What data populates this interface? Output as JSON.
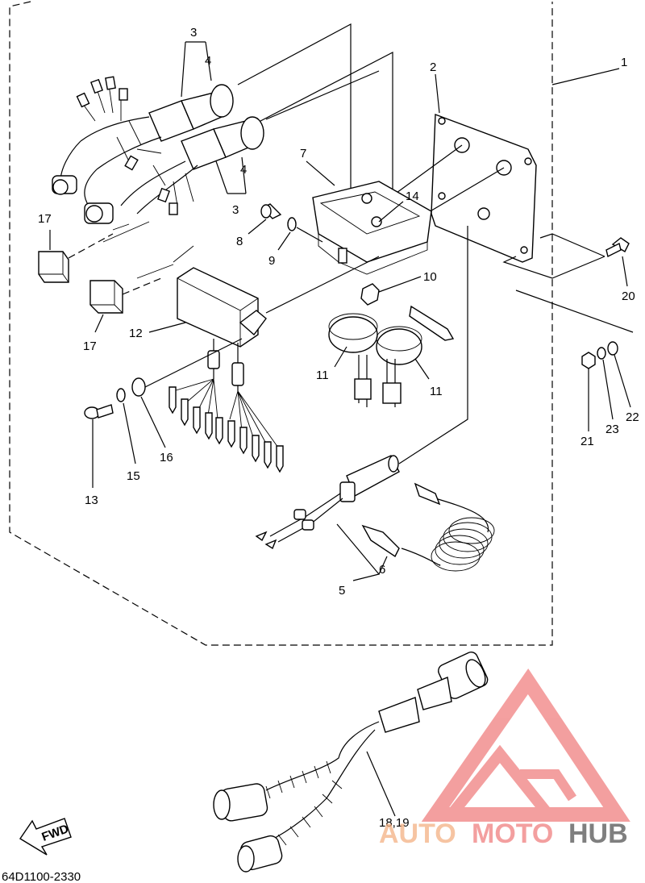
{
  "callouts": {
    "c1": "1",
    "c2": "2",
    "c3a": "3",
    "c3b": "3",
    "c4a": "4",
    "c4b": "4",
    "c5": "5",
    "c6": "6",
    "c7": "7",
    "c8": "8",
    "c9": "9",
    "c10": "10",
    "c11a": "11",
    "c11b": "11",
    "c12": "12",
    "c13": "13",
    "c14": "14",
    "c15": "15",
    "c16": "16",
    "c17a": "17",
    "c17b": "17",
    "c1819": "18,19",
    "c20": "20",
    "c21": "21",
    "c22": "22",
    "c23": "23"
  },
  "fwd_label": "FWD",
  "diagram_code": "64D1100-2330",
  "watermark": {
    "part1": "AUTO",
    "part2": "MOTO",
    "part3": "HUB",
    "color1": "#f4b183",
    "color2": "#f08080",
    "color3": "#555555"
  }
}
